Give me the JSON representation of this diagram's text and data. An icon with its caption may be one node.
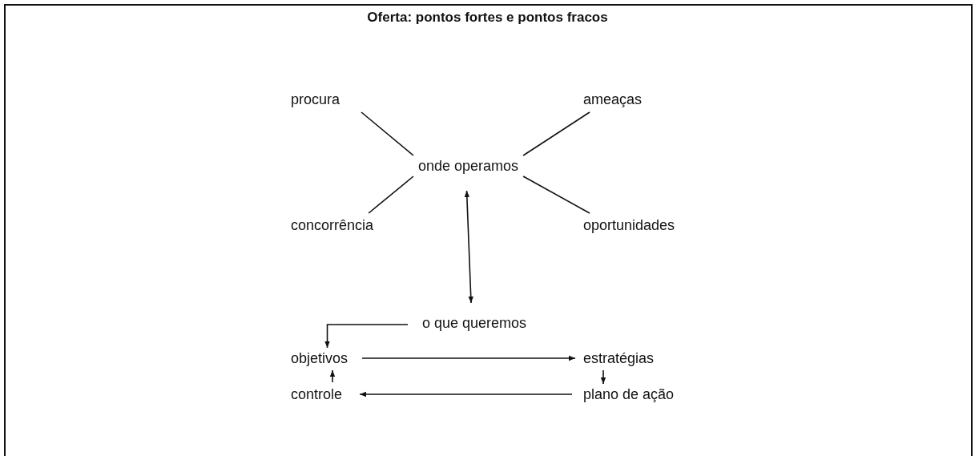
{
  "diagram": {
    "title": "Oferta: pontos fortes e pontos fracos",
    "nodes": [
      {
        "text": [
          "procura"
        ]
      },
      {
        "text": [
          "ameaças"
        ]
      },
      {
        "text": [
          "onde operamos"
        ]
      },
      {
        "text": [
          "concorrência"
        ]
      },
      {
        "text": [
          "oportunidades"
        ]
      },
      {
        "text": [
          "o que queremos"
        ]
      },
      {
        "text": [
          "objetivos"
        ]
      },
      {
        "text": [
          "estratégias"
        ]
      },
      {
        "text": [
          "plano de ação"
        ]
      },
      {
        "text": [
          "controle"
        ]
      }
    ],
    "edges": [
      {
        "from": 0,
        "to": 2,
        "arrow": "none"
      },
      {
        "from": 1,
        "to": 2,
        "arrow": "none"
      },
      {
        "from": 3,
        "to": 2,
        "arrow": "none"
      },
      {
        "from": 4,
        "to": 2,
        "arrow": "none"
      },
      {
        "from": 2,
        "to": 5,
        "arrow": "both"
      },
      {
        "from": 5,
        "to": 6,
        "arrow": "to"
      },
      {
        "from": 6,
        "to": 7,
        "arrow": "to"
      },
      {
        "from": 7,
        "to": 8,
        "arrow": "to"
      },
      {
        "from": 8,
        "to": 9,
        "arrow": "to"
      },
      {
        "from": 9,
        "to": 6,
        "arrow": "to"
      }
    ]
  }
}
